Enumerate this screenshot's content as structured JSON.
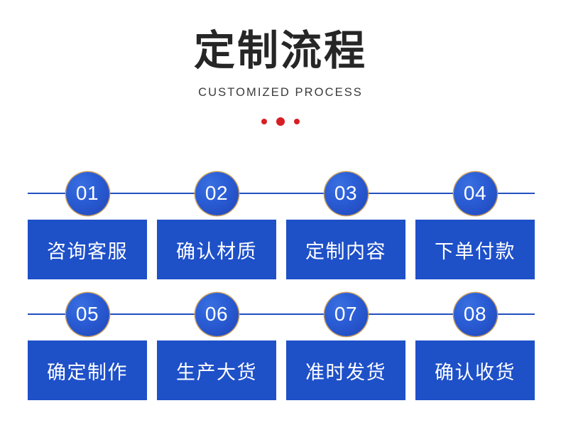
{
  "header": {
    "title": "定制流程",
    "subtitle": "CUSTOMIZED PROCESS",
    "dots": [
      "small",
      "big",
      "small"
    ],
    "dot_color": "#d81e25",
    "title_color": "#262626"
  },
  "theme": {
    "box_blue": "#1e50c8",
    "badge_blue": "#2b5ed6",
    "badge_ring_gold": "#c79a55",
    "connector_blue": "#2350c0",
    "text_white": "#ffffff"
  },
  "rows": [
    {
      "name": "process-row-1",
      "steps": [
        {
          "number": "01",
          "label": "咨询客服"
        },
        {
          "number": "02",
          "label": "确认材质"
        },
        {
          "number": "03",
          "label": "定制内容"
        },
        {
          "number": "04",
          "label": "下单付款"
        }
      ]
    },
    {
      "name": "process-row-2",
      "steps": [
        {
          "number": "05",
          "label": "确定制作"
        },
        {
          "number": "06",
          "label": "生产大货"
        },
        {
          "number": "07",
          "label": "准时发货"
        },
        {
          "number": "08",
          "label": "确认收货"
        }
      ]
    }
  ]
}
